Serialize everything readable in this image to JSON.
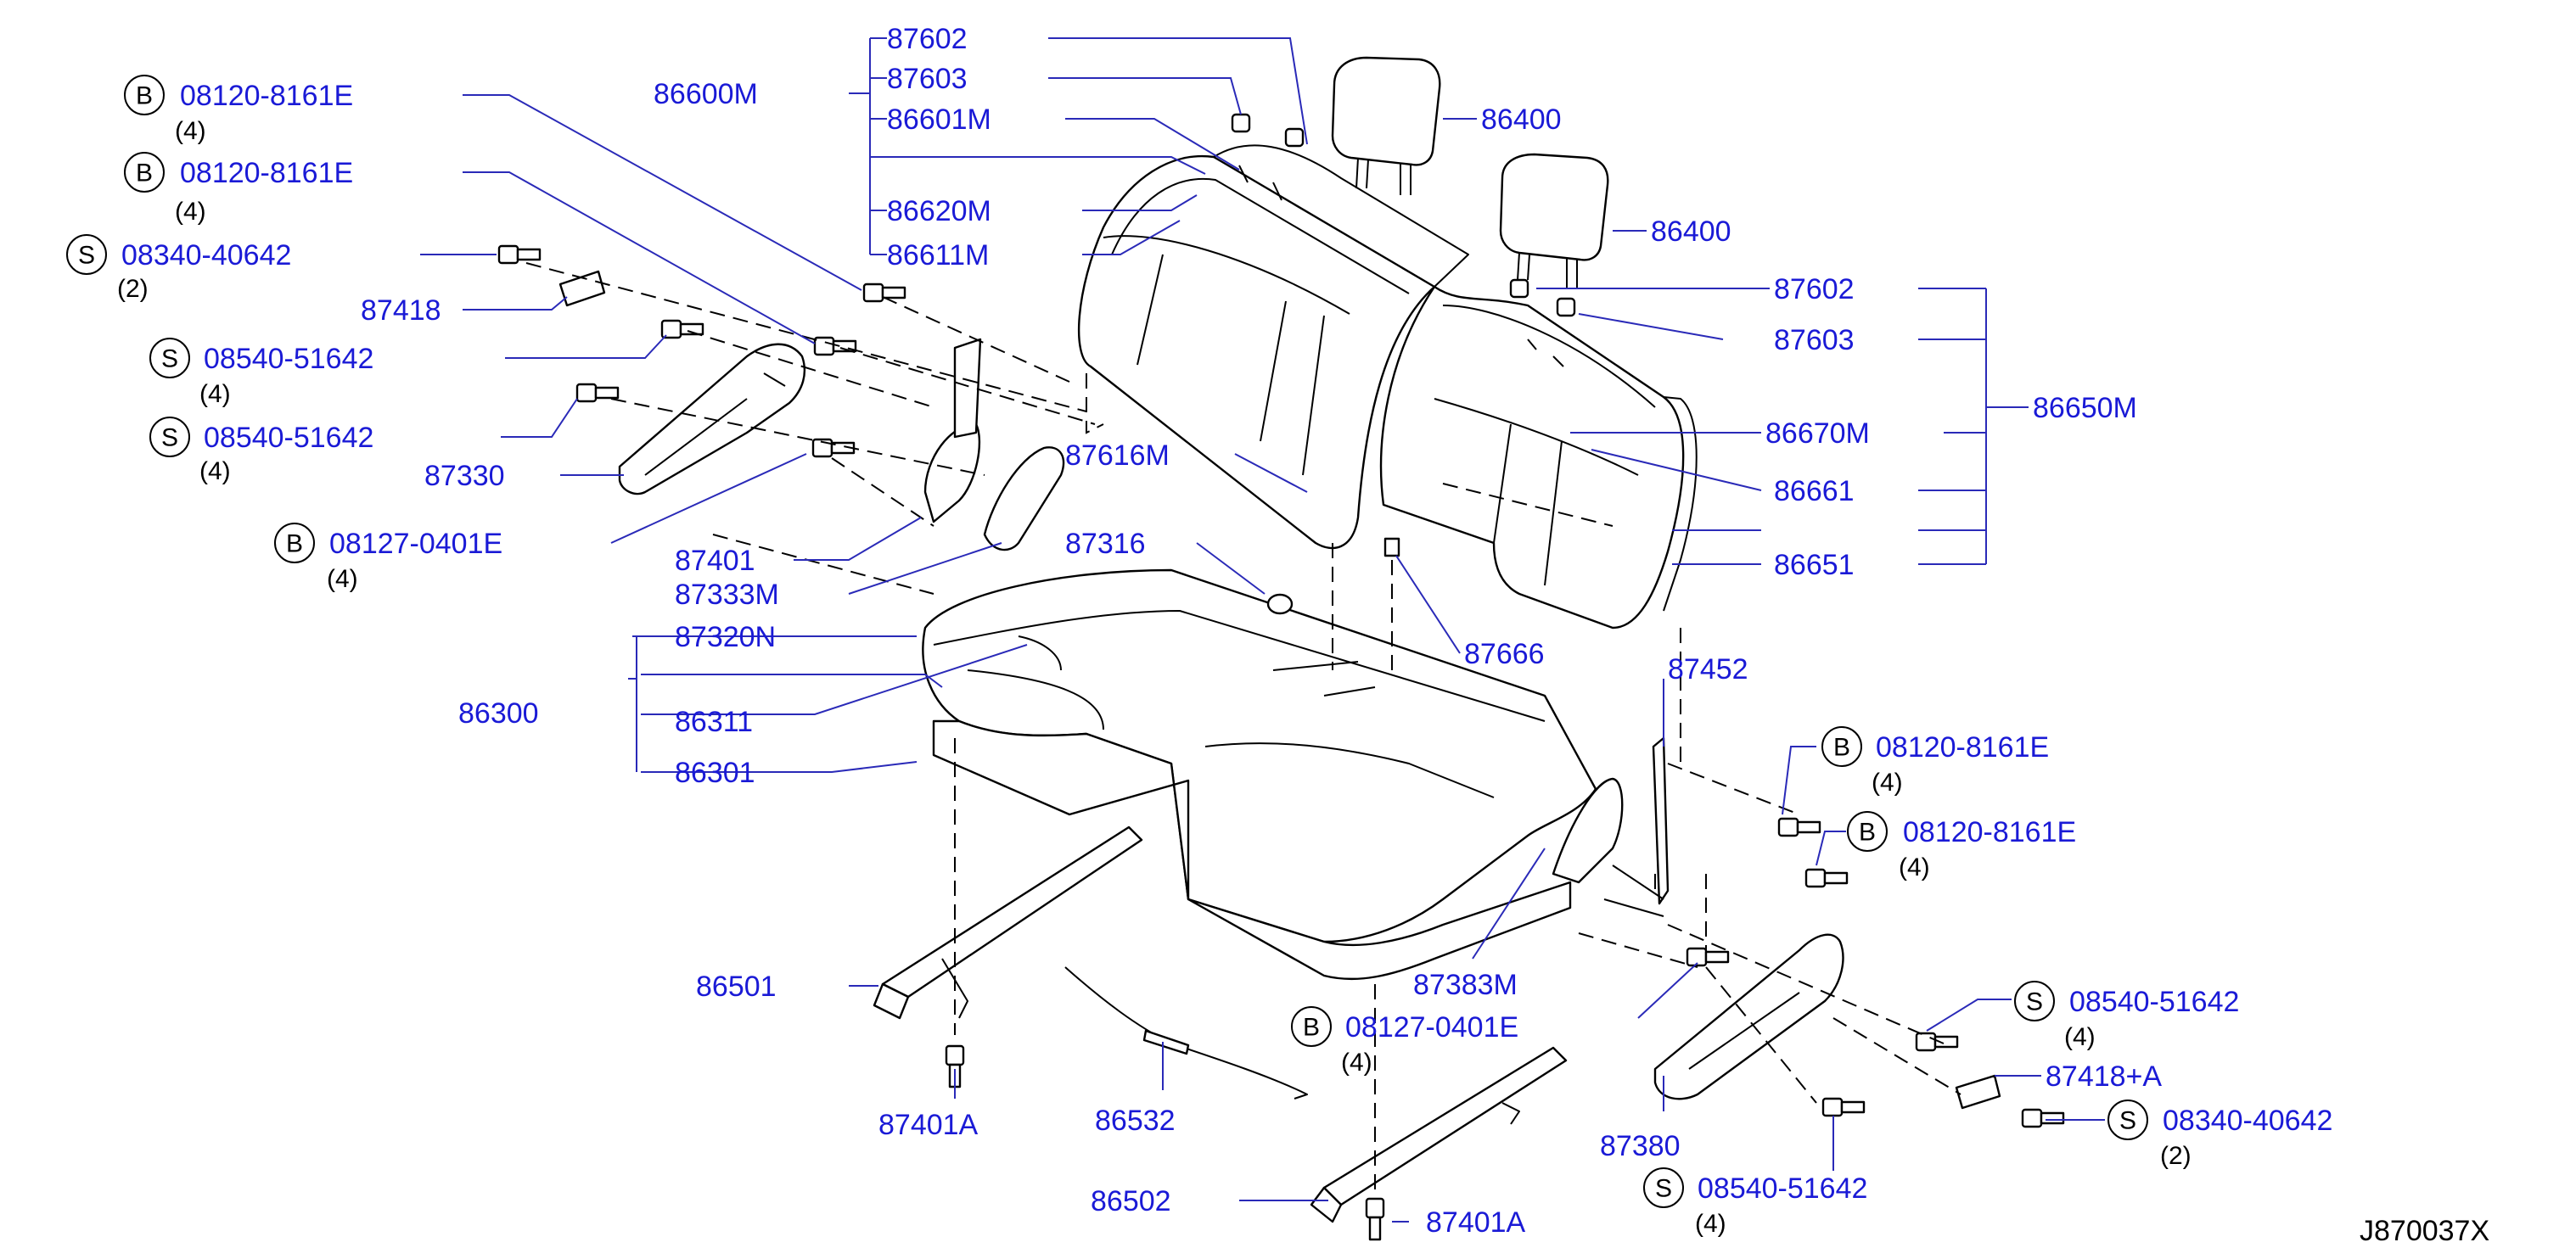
{
  "diagram_id": "J870037X",
  "colors": {
    "part_number": "#1a1ad6",
    "leader": "#2a2ab8",
    "line": "#000000"
  },
  "labels": {
    "p87602_a": "87602",
    "p87603_a": "87603",
    "p86601m": "86601M",
    "p86620m": "86620M",
    "p86611m": "86611M",
    "p86600m": "86600M",
    "p86400_a": "86400",
    "p86400_b": "86400",
    "p87602_b": "87602",
    "p87603_b": "87603",
    "p86650m": "86650M",
    "p86670m": "86670M",
    "p86661": "86661",
    "p86651": "86651",
    "p87616m": "87616M",
    "p87316": "87316",
    "p87666": "87666",
    "p87418": "87418",
    "p87330": "87330",
    "p87401": "87401",
    "p87333m": "87333M",
    "p87320n": "87320N",
    "p86300": "86300",
    "p86311": "86311",
    "p86301": "86301",
    "p87452": "87452",
    "p87383m": "87383M",
    "p86501": "86501",
    "p87401a_a": "87401A",
    "p86532": "86532",
    "p86502": "86502",
    "p87401a_b": "87401A",
    "p87380": "87380",
    "p87418a": "87418+A"
  },
  "fasteners": [
    {
      "id": "f1",
      "prefix": "B",
      "part": "08120-8161E",
      "qty": "(4)"
    },
    {
      "id": "f2",
      "prefix": "B",
      "part": "08120-8161E",
      "qty": "(4)"
    },
    {
      "id": "f3",
      "prefix": "S",
      "part": "08340-40642",
      "qty": "(2)"
    },
    {
      "id": "f4",
      "prefix": "S",
      "part": "08540-51642",
      "qty": "(4)"
    },
    {
      "id": "f5",
      "prefix": "S",
      "part": "08540-51642",
      "qty": "(4)"
    },
    {
      "id": "f6",
      "prefix": "B",
      "part": "08127-0401E",
      "qty": "(4)"
    },
    {
      "id": "f7",
      "prefix": "B",
      "part": "08120-8161E",
      "qty": "(4)"
    },
    {
      "id": "f8",
      "prefix": "B",
      "part": "08120-8161E",
      "qty": "(4)"
    },
    {
      "id": "f9",
      "prefix": "B",
      "part": "08127-0401E",
      "qty": "(4)"
    },
    {
      "id": "f10",
      "prefix": "S",
      "part": "08540-51642",
      "qty": "(4)"
    },
    {
      "id": "f11",
      "prefix": "S",
      "part": "08340-40642",
      "qty": "(2)"
    },
    {
      "id": "f12",
      "prefix": "S",
      "part": "08540-51642",
      "qty": "(4)"
    }
  ]
}
